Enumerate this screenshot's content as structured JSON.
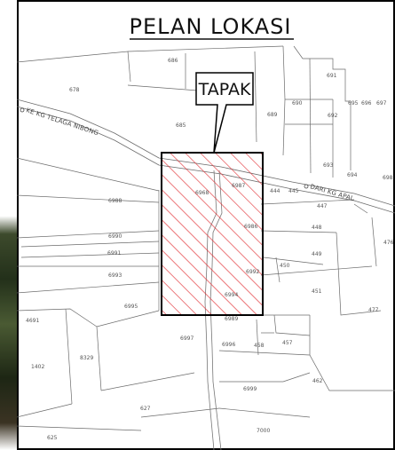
{
  "title": "PELAN LOKASI",
  "callout": "TAPAK",
  "roads": {
    "west": "KE KG TELAGA NIBONG",
    "east": "DARI KG APAL"
  },
  "lots": {
    "l686": "686",
    "l678": "678",
    "l685": "685",
    "l689": "689",
    "l690": "690",
    "l691": "691",
    "l692": "692",
    "l695": "695",
    "l696": "696",
    "l697": "697",
    "l693": "693",
    "l694": "694",
    "l698": "698",
    "l6988": "6988",
    "l6968": "6968",
    "l6987": "6987",
    "l444": "444",
    "l445": "445",
    "l447": "447",
    "l6986": "6986",
    "l448": "448",
    "l476": "476",
    "l6990": "6990",
    "l6991": "6991",
    "l449": "449",
    "l450": "450",
    "l6993": "6993",
    "l6992": "6992",
    "l451": "451",
    "l6995": "6995",
    "l6994": "6994",
    "l477": "477",
    "l4691": "4691",
    "l6989": "6989",
    "l6997": "6997",
    "l6996": "6996",
    "l458": "458",
    "l457": "457",
    "l1402": "1402",
    "l8329": "8329",
    "l462": "462",
    "l6999": "6999",
    "l627": "627",
    "l7000": "7000",
    "l625": "625"
  },
  "colors": {
    "site_outline": "#000000",
    "hatch": "#e0262b",
    "lot_lines": "#6b6b6b"
  }
}
